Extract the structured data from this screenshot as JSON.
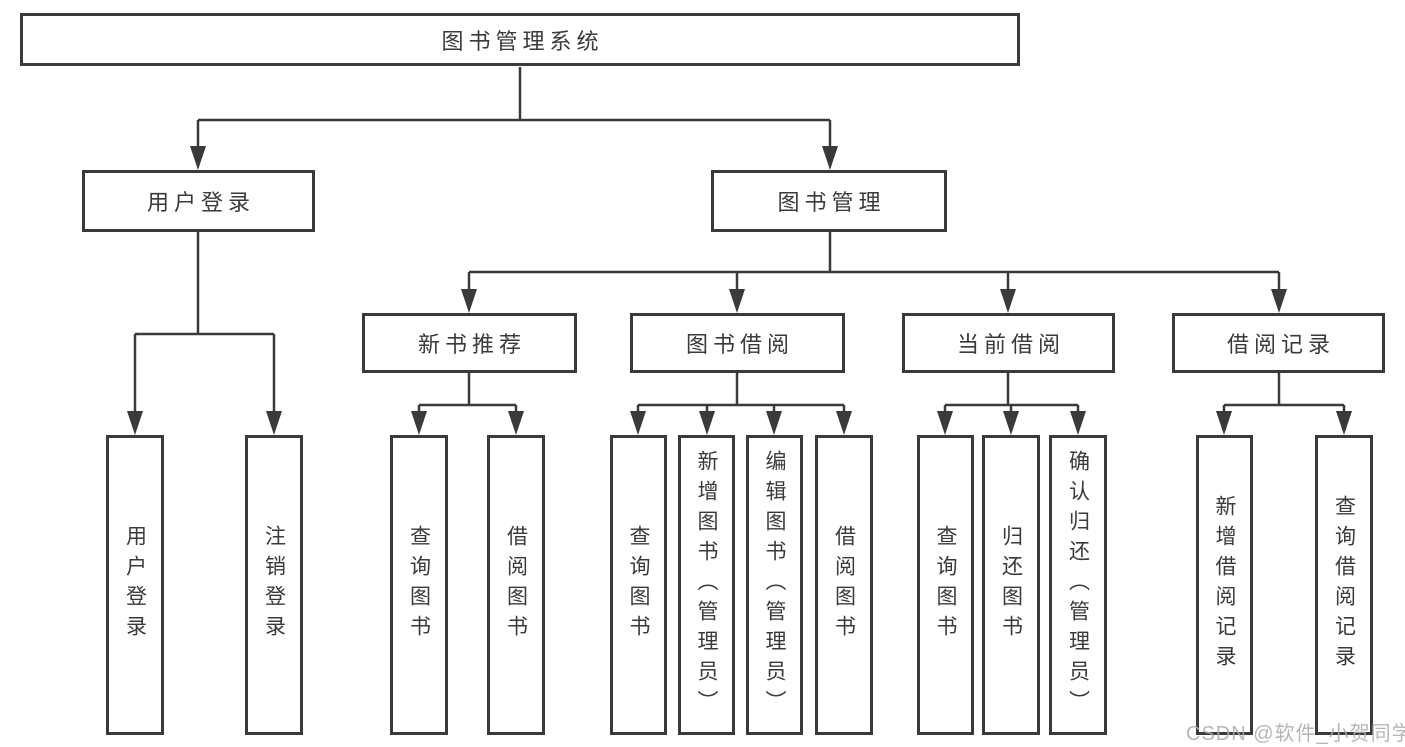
{
  "diagram": {
    "root": {
      "label": "图书管理系统"
    },
    "level2": [
      {
        "label": "用户登录"
      },
      {
        "label": "图书管理"
      }
    ],
    "level3": [
      {
        "label": "新书推荐"
      },
      {
        "label": "图书借阅"
      },
      {
        "label": "当前借阅"
      },
      {
        "label": "借阅记录"
      }
    ],
    "leaves": {
      "user_login": [
        "用户登录",
        "注销登录"
      ],
      "new_book_recommend": [
        "查询图书",
        "借阅图书"
      ],
      "book_borrow": [
        "查询图书",
        "新增图书（管理员）",
        "编辑图书（管理员）",
        "借阅图书"
      ],
      "current_borrow": [
        "查询图书",
        "归还图书",
        "确认归还（管理员）"
      ],
      "borrow_records": [
        "新增借阅记录",
        "查询借阅记录"
      ]
    }
  },
  "watermark": "CSDN @软件_小贺同学",
  "colors": {
    "line": "#3a3a3a",
    "text": "#3a3a3a",
    "watermark": "#acacac"
  }
}
